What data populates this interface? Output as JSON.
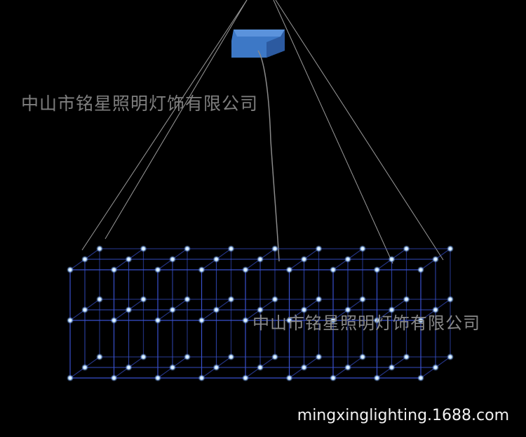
{
  "watermark": {
    "company_top": "中山市铭星照明灯饰有限公司",
    "company_mid": "中山市铭星照明灯饰有限公司"
  },
  "footer": {
    "site": "mingxinglighting.1688.com"
  },
  "colors": {
    "background": "#000000",
    "canopy": "#3d78c6",
    "frame": "#3b55d8",
    "led": "#bfe0ff",
    "wire": "#9a9a9a"
  }
}
